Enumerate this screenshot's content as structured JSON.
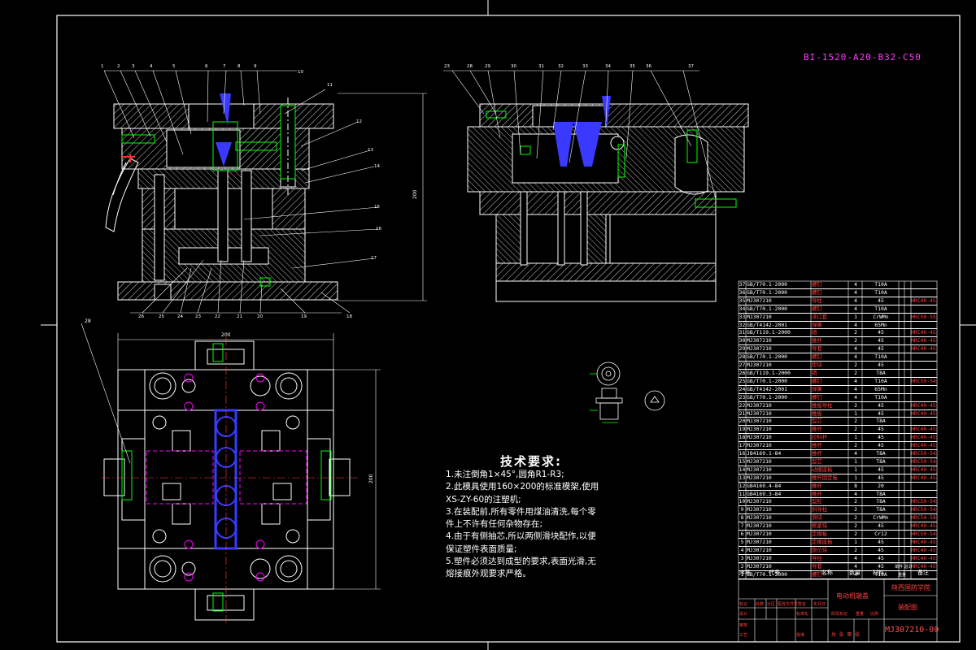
{
  "drawing_code": "BI-1520-A20-B32-C50",
  "technical_requirements": {
    "title": "技术要求:",
    "lines": [
      "1.未注倒角1×45°,圆角R1-R3;",
      "2.此模具使用160×200的标准模架,使用",
      "XS-ZY-60的注塑机;",
      "3.在装配前,所有零件用煤油清洗,每个零",
      "件上不许有任何杂物存在;",
      "4.由于有侧抽芯,所以两侧滑块配作,以便",
      "保证塑件表面质量;",
      "5.塑件必须达到成型的要求,表面光滑,无",
      "熔接痕外观要求严格。"
    ]
  },
  "bom": [
    {
      "no": "37",
      "code": "GB/T70.1-2000",
      "name": "螺钉",
      "qty": "4",
      "mat": "T10A",
      "rem": ""
    },
    {
      "no": "36",
      "code": "GB/T70.1-2000",
      "name": "螺钉",
      "qty": "4",
      "mat": "T10A",
      "rem": ""
    },
    {
      "no": "35",
      "code": "MJ307210",
      "name": "导柱",
      "qty": "4",
      "mat": "45",
      "rem": "HRC40-45"
    },
    {
      "no": "34",
      "code": "GB/T70.1-2000",
      "name": "螺钉",
      "qty": "4",
      "mat": "T10A",
      "rem": ""
    },
    {
      "no": "33",
      "code": "MJ307210",
      "name": "浇口套",
      "qty": "1",
      "mat": "CrWMn",
      "rem": "HRC50-55"
    },
    {
      "no": "32",
      "code": "GB/T4142-2001",
      "name": "弹簧",
      "qty": "4",
      "mat": "65Mn",
      "rem": ""
    },
    {
      "no": "31",
      "code": "GB/T119.1-2000",
      "name": "销",
      "qty": "2",
      "mat": "45",
      "rem": "HRC40-45"
    },
    {
      "no": "30",
      "code": "MJ307210",
      "name": "推杆",
      "qty": "2",
      "mat": "45",
      "rem": "HRC40-45"
    },
    {
      "no": "29",
      "code": "MJ307210",
      "name": "导套",
      "qty": "4",
      "mat": "45",
      "rem": "HRC40-45"
    },
    {
      "no": "28",
      "code": "GB/T70.1-2000",
      "name": "螺钉",
      "qty": "4",
      "mat": "T10A",
      "rem": ""
    },
    {
      "no": "27",
      "code": "MJ307210",
      "name": "垫块",
      "qty": "2",
      "mat": "45",
      "rem": ""
    },
    {
      "no": "26",
      "code": "GB/T119.1-2000",
      "name": "销",
      "qty": "2",
      "mat": "T8A",
      "rem": ""
    },
    {
      "no": "25",
      "code": "GB/T70.1-2000",
      "name": "螺钉",
      "qty": "4",
      "mat": "T10A",
      "rem": "HRC50-54"
    },
    {
      "no": "24",
      "code": "GB/T4142-2001",
      "name": "弹簧",
      "qty": "4",
      "mat": "65Mn",
      "rem": ""
    },
    {
      "no": "23",
      "code": "GB/T70.1-2000",
      "name": "螺钉",
      "qty": "4",
      "mat": "T10A",
      "rem": ""
    },
    {
      "no": "22",
      "code": "MJ307210",
      "name": "推板导柱",
      "qty": "2",
      "mat": "45",
      "rem": "HRC40-45"
    },
    {
      "no": "21",
      "code": "MJ307210",
      "name": "推板",
      "qty": "1",
      "mat": "45",
      "rem": "HRC40-45"
    },
    {
      "no": "20",
      "code": "MJ307210",
      "name": "型芯",
      "qty": "2",
      "mat": "T8A",
      "rem": ""
    },
    {
      "no": "19",
      "code": "MJ307210",
      "name": "推杆",
      "qty": "2",
      "mat": "45",
      "rem": "HRC40-45"
    },
    {
      "no": "18",
      "code": "MJ307210",
      "name": "拉料杆",
      "qty": "1",
      "mat": "45",
      "rem": "HRC40-45"
    },
    {
      "no": "17",
      "code": "MJ307210",
      "name": "推杆",
      "qty": "2",
      "mat": "45",
      "rem": "HRC40-45"
    },
    {
      "no": "16",
      "code": "JB4169.1-84",
      "name": "推杆",
      "qty": "4",
      "mat": "T8A",
      "rem": "HRC50-54"
    },
    {
      "no": "15",
      "code": "MJ307210",
      "name": "型芯",
      "qty": "1",
      "mat": "T8A",
      "rem": "HRC50-54"
    },
    {
      "no": "14",
      "code": "MJ307210",
      "name": "动模座板",
      "qty": "1",
      "mat": "45",
      "rem": "HRC40-45"
    },
    {
      "no": "13",
      "code": "MJ307210",
      "name": "推杆固定板",
      "qty": "1",
      "mat": "45",
      "rem": "HRC40-45"
    },
    {
      "no": "12",
      "code": "GB4169.4-84",
      "name": "推杆",
      "qty": "8",
      "mat": "20",
      "rem": ""
    },
    {
      "no": "11",
      "code": "GB4169.3-84",
      "name": "推杆",
      "qty": "4",
      "mat": "T8A",
      "rem": ""
    },
    {
      "no": "10",
      "code": "MJ307210",
      "name": "型腔",
      "qty": "2",
      "mat": "T8A",
      "rem": "HRC50-54"
    },
    {
      "no": "9",
      "code": "MJ307210",
      "name": "斜导柱",
      "qty": "2",
      "mat": "T8A",
      "rem": "HRC50-54"
    },
    {
      "no": "8",
      "code": "MJ307210",
      "name": "滑块",
      "qty": "2",
      "mat": "CrWMn",
      "rem": "HRC54-58"
    },
    {
      "no": "7",
      "code": "MJ307210",
      "name": "楔紧块",
      "qty": "2",
      "mat": "45",
      "rem": "HRC40-45"
    },
    {
      "no": "6",
      "code": "MJ307210",
      "name": "定模板",
      "qty": "2",
      "mat": "Cr12",
      "rem": "HRC50-54"
    },
    {
      "no": "5",
      "code": "MJ307210",
      "name": "定模座板",
      "qty": "1",
      "mat": "45",
      "rem": "HRC40-45"
    },
    {
      "no": "4",
      "code": "MJ307210",
      "name": "限位块",
      "qty": "2",
      "mat": "45",
      "rem": "HRC40-45"
    },
    {
      "no": "3",
      "code": "MJ307210",
      "name": "导柱",
      "qty": "4",
      "mat": "45",
      "rem": "HRC40-45"
    },
    {
      "no": "2",
      "code": "MJ307210",
      "name": "导套",
      "qty": "4",
      "mat": "45",
      "rem": "HRC40-45"
    },
    {
      "no": "1",
      "code": "GB/T70.1-2000",
      "name": "螺钉",
      "qty": "4",
      "mat": "T10A",
      "rem": ""
    }
  ],
  "bom_header": {
    "no": "序号",
    "code": "代号",
    "name": "名称",
    "qty": "数量",
    "mat": "材料",
    "single": "单件",
    "total": "总计",
    "weight": "重量",
    "rem": "备注"
  },
  "title_block": {
    "part_name": "电动机端盖",
    "school": "陕西国防学院",
    "doc_type": "装配图",
    "drawing_no": "MJ307210-00",
    "scale_label": "比例",
    "weight_label": "重量",
    "stage_label": "阶段标记",
    "sheet_label": "共 张 第 张",
    "design_label": "设计",
    "check_label": "审核",
    "process_label": "工艺",
    "approve_label": "批准",
    "std_label": "标准化",
    "mark_label": "标记",
    "count_label": "处数",
    "zone_label": "分区",
    "change_label": "更改文件号",
    "sign_label": "签名",
    "date_label": "年月日"
  },
  "dimensions": {
    "plan_width": "200",
    "plan_height": "200",
    "section_height": "200"
  },
  "section_balloons_left": [
    "1",
    "2",
    "3",
    "4",
    "5",
    "6",
    "7",
    "8",
    "9",
    "10",
    "11",
    "12",
    "13",
    "14",
    "15",
    "16",
    "17"
  ],
  "section_balloons_bottom": [
    "26",
    "25",
    "24",
    "23",
    "22",
    "21",
    "20",
    "19",
    "18"
  ],
  "section_balloons_right": [
    "23",
    "28",
    "29",
    "30",
    "31",
    "32",
    "33",
    "34",
    "35",
    "36",
    "37"
  ],
  "plan_balloon": "28",
  "colors": {
    "bg": "#000000",
    "line": "#ffffff",
    "part": "#00ff00",
    "mark": "#ff00ff",
    "hidden": "#ff00ff",
    "mold": "#3a3aff"
  }
}
